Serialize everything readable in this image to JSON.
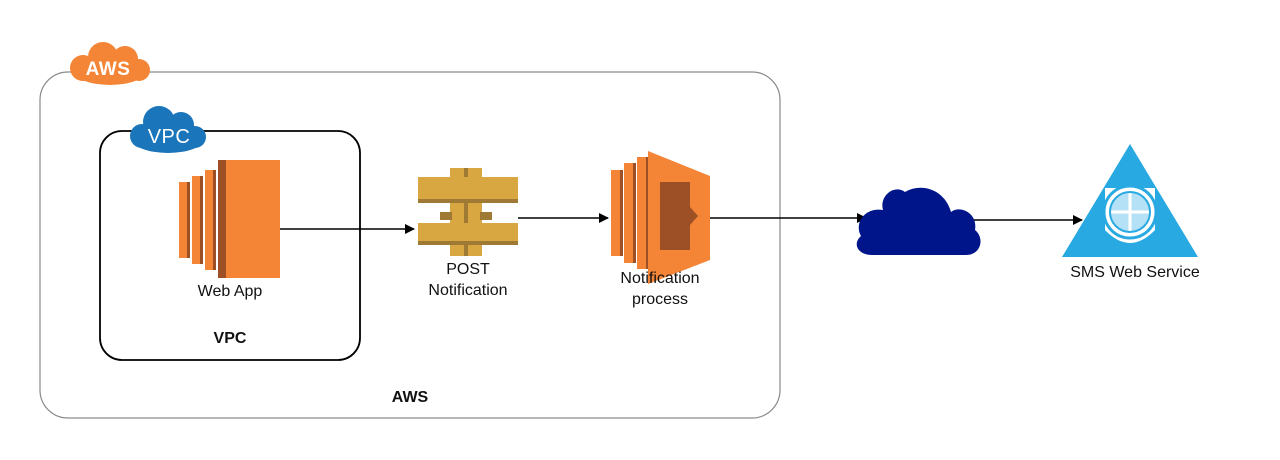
{
  "aws_group": {
    "badge": "AWS",
    "label": "AWS"
  },
  "vpc_group": {
    "badge": "VPC",
    "label": "VPC"
  },
  "nodes": {
    "web_app": {
      "label": "Web App",
      "icon": "ec2-instance-icon"
    },
    "api_gateway": {
      "label_line1": "POST",
      "label_line2": "Notification",
      "icon": "api-gateway-icon"
    },
    "lambda": {
      "label_line1": "Notification",
      "label_line2": "process",
      "icon": "lambda-icon"
    },
    "internet": {
      "label": "",
      "icon": "cloud-icon"
    },
    "sms_service": {
      "label": "SMS Web Service",
      "icon": "web-service-icon"
    }
  },
  "colors": {
    "aws_orange": "#F58536",
    "aws_dark_orange": "#9D5025",
    "vpc_blue": "#1B75BB",
    "gateway_gold": "#D9A741",
    "gateway_dark": "#9E7A34",
    "cloud_navy": "#00158A",
    "service_cyan": "#29A9E1",
    "border": "#8A8A8A"
  }
}
